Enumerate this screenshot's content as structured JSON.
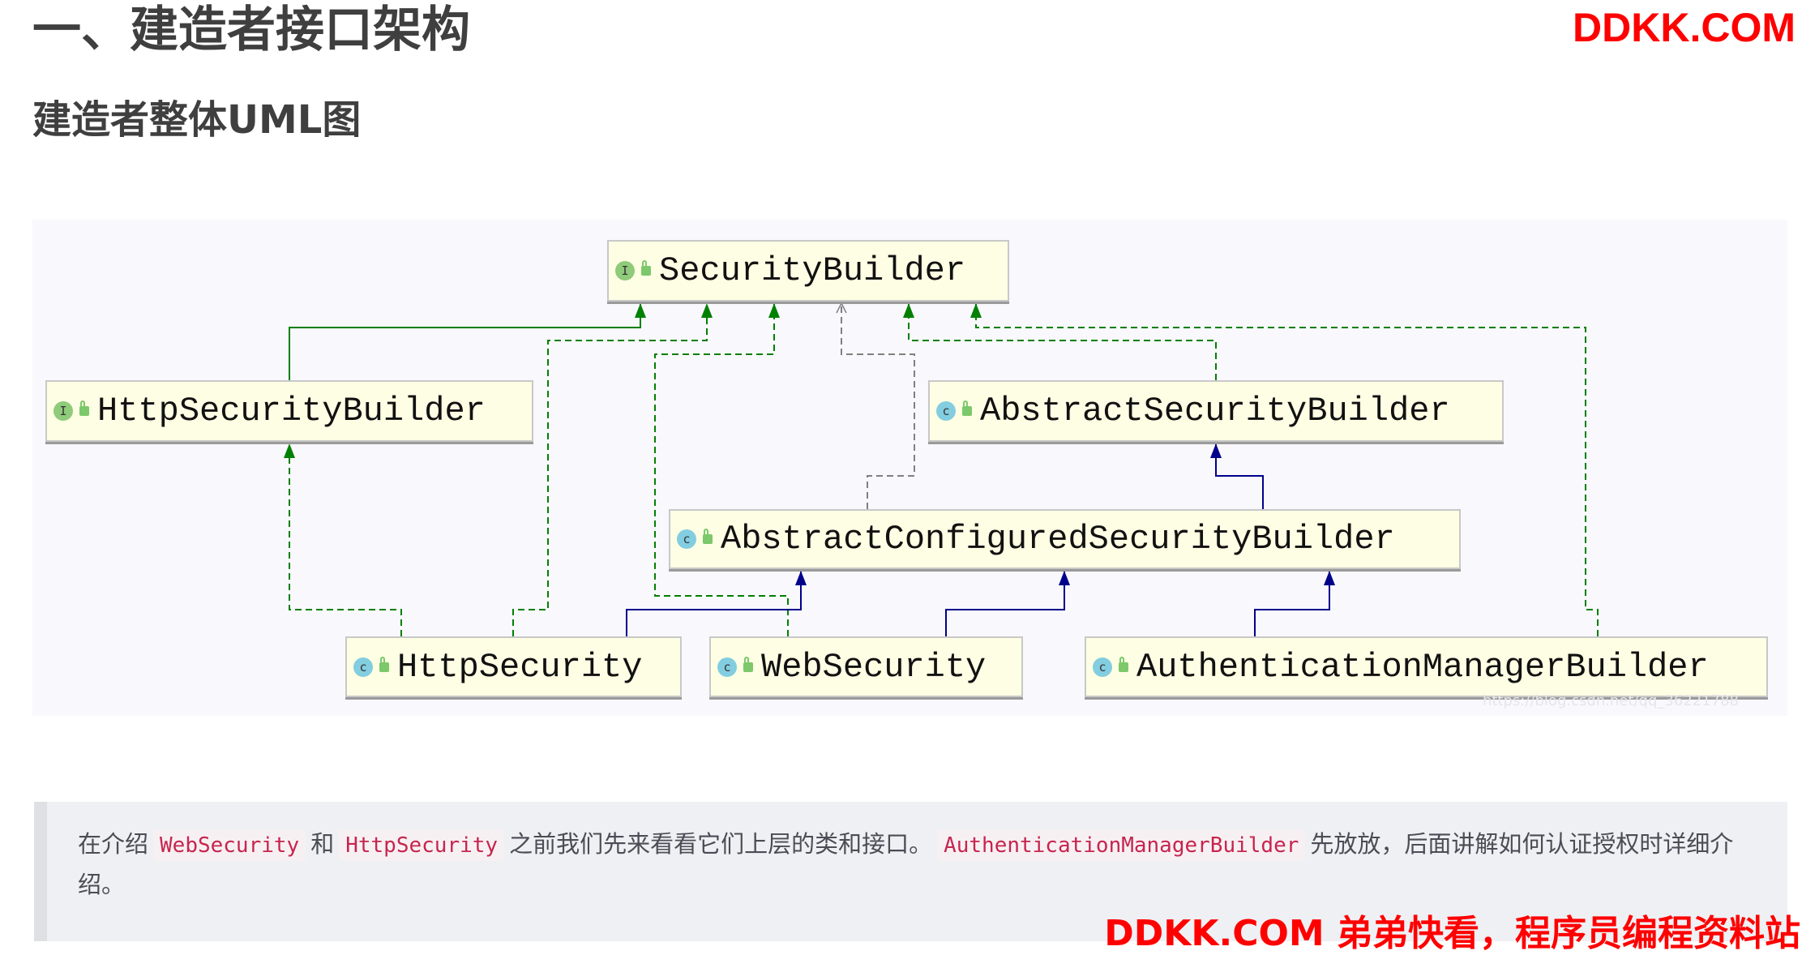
{
  "heading": "一、建造者接口架构",
  "subheading": "建造者整体UML图",
  "watermark_top": "DDKK.COM",
  "watermark_bottom": "DDKK.COM 弟弟快看，程序员编程资料站",
  "diagram": {
    "nodes": {
      "security_builder": {
        "name": "SecurityBuilder",
        "kind": "I"
      },
      "http_security_builder": {
        "name": "HttpSecurityBuilder",
        "kind": "I"
      },
      "abstract_security_builder": {
        "name": "AbstractSecurityBuilder",
        "kind": "c"
      },
      "abstract_configured_security_builder": {
        "name": "AbstractConfiguredSecurityBuilder",
        "kind": "c"
      },
      "http_security": {
        "name": "HttpSecurity",
        "kind": "c"
      },
      "web_security": {
        "name": "WebSecurity",
        "kind": "c"
      },
      "authentication_manager_builder": {
        "name": "AuthenticationManagerBuilder",
        "kind": "c"
      }
    },
    "source_watermark": "https://blog.csdn.net/qq_36221788",
    "colors": {
      "implements": "#008000",
      "extends": "#00008b",
      "dependency": "#808080"
    }
  },
  "note": {
    "t1": "在介绍",
    "code1": "WebSecurity",
    "t2": "和",
    "code2": "HttpSecurity",
    "t3": "之前我们先来看看它们上层的类和接口。",
    "code3": "AuthenticationManagerBuilder",
    "t4": "先放放，后面讲解如何认证授权时详细介绍。"
  }
}
